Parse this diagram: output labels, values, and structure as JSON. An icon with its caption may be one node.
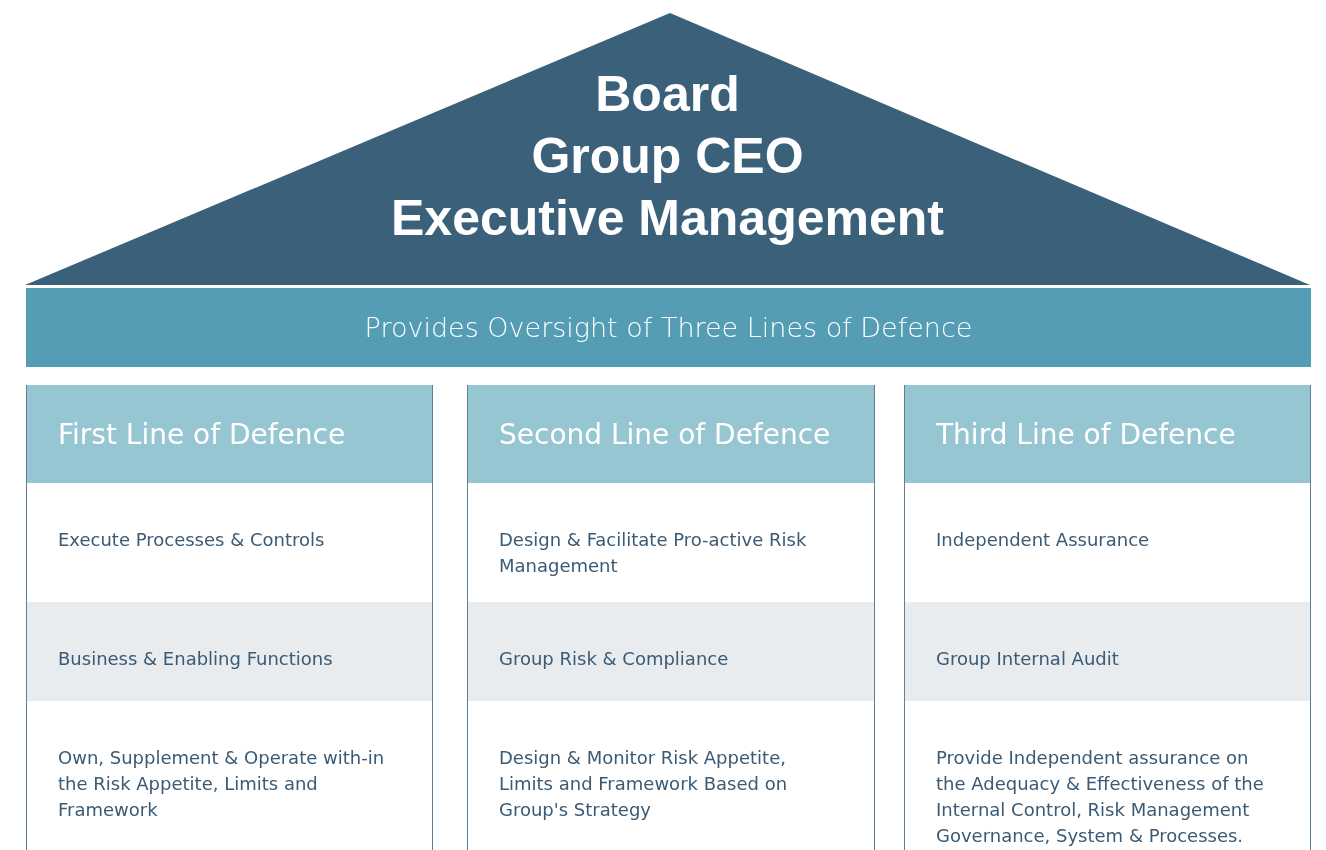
{
  "diagram": {
    "nodes": [
      {
        "text": [
          "Board",
          "Group CEO",
          "Executive Management"
        ]
      },
      {
        "text": [
          "Provides Oversight of Three Lines of Defence"
        ]
      },
      {
        "text": [
          "First Line of Defence"
        ]
      },
      {
        "text": [
          "Execute Processes & Controls"
        ],
        "in": 2
      },
      {
        "text": [
          "Business & Enabling Functions"
        ],
        "in": 2
      },
      {
        "text": [
          "Own, Supplement & Operate with-in the Risk Appetite, Limits and Framework"
        ],
        "in": 2
      },
      {
        "text": [
          "Second Line of Defence"
        ]
      },
      {
        "text": [
          "Design & Facilitate Pro-active Risk Management"
        ],
        "in": 6
      },
      {
        "text": [
          "Group Risk & Compliance"
        ],
        "in": 6
      },
      {
        "text": [
          "Design & Monitor Risk Appetite, Limits and Framework Based on Group's Strategy"
        ],
        "in": 6
      },
      {
        "text": [
          "Third Line of Defence"
        ]
      },
      {
        "text": [
          "Independent Assurance"
        ],
        "in": 10
      },
      {
        "text": [
          "Group Internal Audit"
        ],
        "in": 10
      },
      {
        "text": [
          "Provide Independent assurance on the Adequacy & Effectiveness of the Internal Control, Risk Management Governance, System & Processes."
        ],
        "in": 10
      }
    ]
  }
}
